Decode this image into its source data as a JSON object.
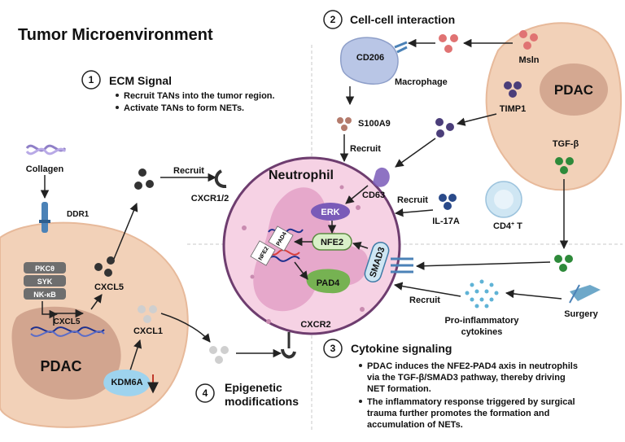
{
  "title": "Tumor Microenvironment",
  "sections": {
    "ecm": {
      "number": "1",
      "title": "ECM Signal",
      "bullets": [
        "Recruit TANs into the tumor region.",
        "Activate TANs to form NETs."
      ]
    },
    "cell_cell": {
      "number": "2",
      "title": "Cell-cell interaction"
    },
    "cytokine": {
      "number": "3",
      "title": "Cytokine signaling",
      "bullets_lines": [
        [
          "PDAC induces the NFE2-PAD4 axis in neutrophils",
          "via the TGF-β/SMAD3 pathway, thereby driving",
          "NET formation."
        ],
        [
          "The inflammatory response triggered by surgical",
          "trauma further promotes the formation and",
          "accumulation of NETs."
        ]
      ]
    },
    "epigenetic": {
      "number": "4",
      "title_lines": [
        "Epigenetic",
        "modifications"
      ]
    }
  },
  "labels": {
    "collagen": "Collagen",
    "ddr1": "DDR1",
    "pkc": "PKCθ",
    "syk": "SYK",
    "nfkb": "NK-κB",
    "cxcl5_gene": "CXCL5",
    "cxcl5": "CXCL5",
    "cxcl1": "CXCL1",
    "pdac_left": "PDAC",
    "kdm6a": "KDM6A",
    "recruit_top": "Recruit",
    "cxcr12": "CXCR1/2",
    "cxcr2": "CXCR2",
    "neutrophil": "Neutrophil",
    "erk": "ERK",
    "nfe2": "NFE2",
    "pad4": "PAD4",
    "smad3": "SMAD3",
    "cd63": "CD63",
    "nfe2_dna": "NFE2",
    "pad4_dna": "PAD4",
    "cd206": "CD206",
    "macrophage": "Macrophage",
    "s100a9": "S100A9",
    "recruit_mac": "Recruit",
    "msln": "Msln",
    "timp1": "TIMP1",
    "pdac_right": "PDAC",
    "tgfb": "TGF-β",
    "recruit_il17": "Recruit",
    "il17a": "IL-17A",
    "cd4t": "CD4",
    "cd4t_sup": "+",
    "cd4t_suffix": " T",
    "recruit_infl": "Recruit",
    "proinfl_1": "Pro-inflammatory",
    "proinfl_2": "cytokines",
    "surgery": "Surgery"
  },
  "colors": {
    "tumor_fill": "#f2d1b8",
    "tumor_stroke": "#e7b99a",
    "nucleus": "#c99a84",
    "neutrophil_fill": "#f6d2e4",
    "neutrophil_stroke": "#6e3d6f",
    "neutro_nucleus": "#e4a3c8",
    "erk": "#7a5bb8",
    "nfe2_fill": "#d9f0c8",
    "nfe2_stroke": "#5c8a42",
    "pad4": "#76b252",
    "smad3_fill": "#cfe6f3",
    "smad3_stroke": "#3f7aa6",
    "red_dots": "#e07373",
    "purple_dots": "#4b3e7a",
    "brown_dots": "#b47b6c",
    "navy_dots": "#2a4a8a",
    "green_dots": "#2e8a3a",
    "black_dots": "#333333",
    "gray_dots": "#cfcfcf",
    "receptor": "#4b82b7",
    "dna_blue": "#1d2f8e",
    "dna_red": "#d8403e",
    "kdm6a": "#9ed3ee",
    "macrophage": "#b9c6e6",
    "cd4t": "#cfe6f3"
  }
}
